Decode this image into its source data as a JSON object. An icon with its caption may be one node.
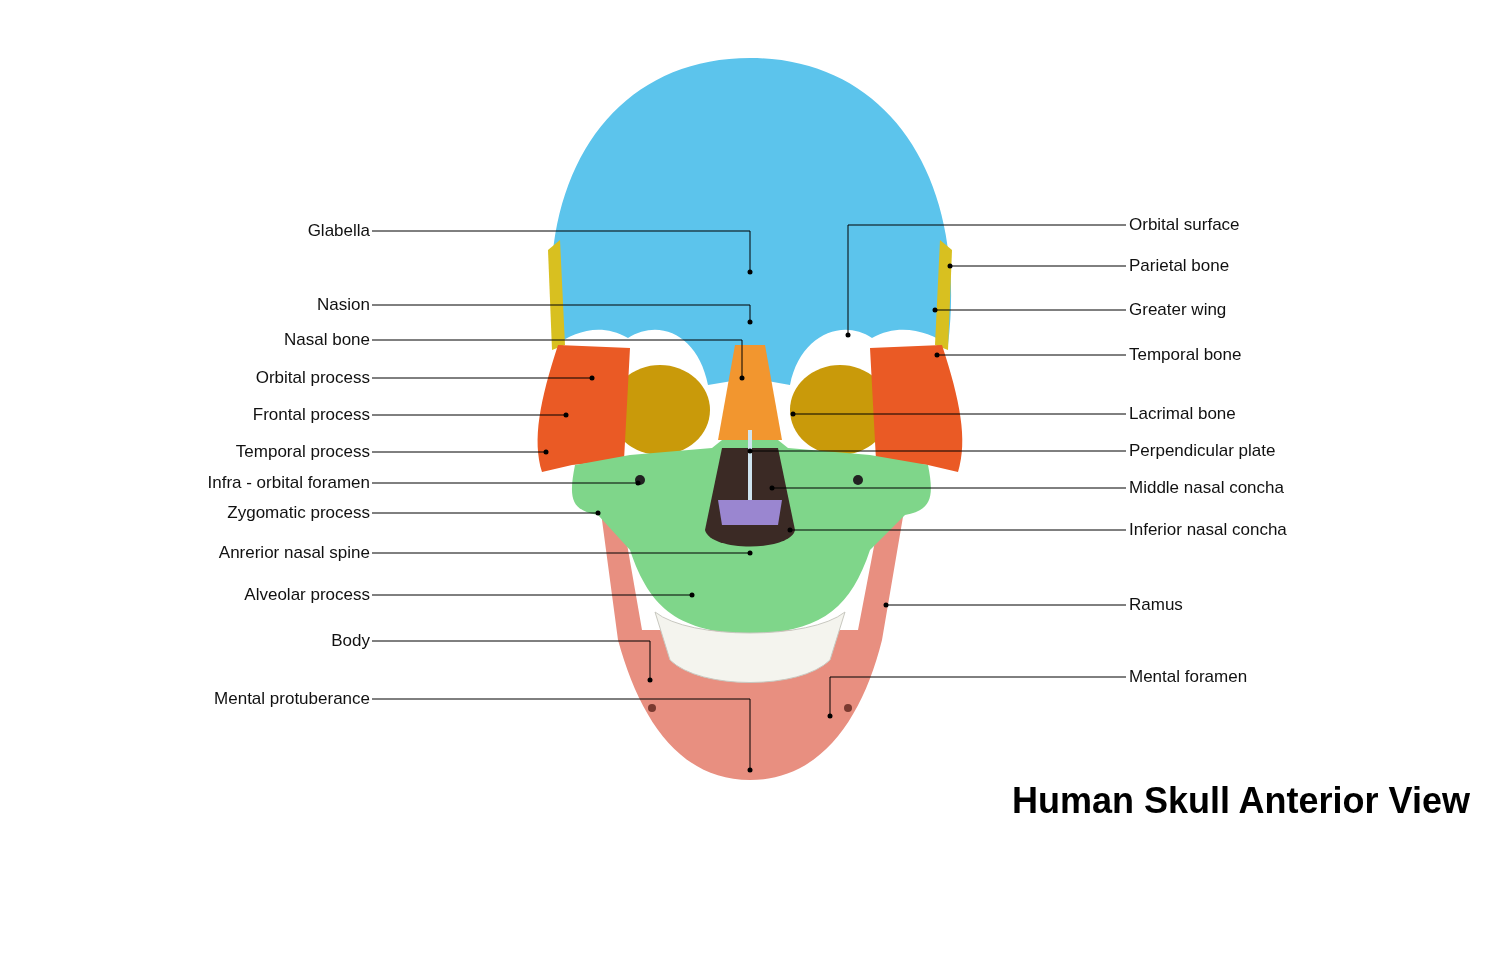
{
  "diagram": {
    "title": "Human Skull Anterior View",
    "nodes": [
      {
        "text": [
          "Glabella"
        ]
      },
      {
        "text": [
          "Nasion"
        ]
      },
      {
        "text": [
          "Nasal bone"
        ]
      },
      {
        "text": [
          "Orbital process"
        ]
      },
      {
        "text": [
          "Frontal process"
        ]
      },
      {
        "text": [
          "Temporal process"
        ]
      },
      {
        "text": [
          "Infra - orbital foramen"
        ]
      },
      {
        "text": [
          "Zygomatic process"
        ]
      },
      {
        "text": [
          "Anrerior nasal spine"
        ]
      },
      {
        "text": [
          "Alveolar process"
        ]
      },
      {
        "text": [
          "Body"
        ]
      },
      {
        "text": [
          "Mental protuberance"
        ]
      },
      {
        "text": [
          "Orbital surface"
        ]
      },
      {
        "text": [
          "Parietal bone"
        ]
      },
      {
        "text": [
          "Greater wing"
        ]
      },
      {
        "text": [
          "Temporal bone"
        ]
      },
      {
        "text": [
          "Lacrimal bone"
        ]
      },
      {
        "text": [
          "Perpendicular plate"
        ]
      },
      {
        "text": [
          "Middle nasal concha"
        ]
      },
      {
        "text": [
          "Inferior nasal concha"
        ]
      },
      {
        "text": [
          "Ramus"
        ]
      },
      {
        "text": [
          "Mental foramen"
        ]
      }
    ],
    "edges": [
      {
        "from": 0,
        "to": null,
        "arrow": "other"
      },
      {
        "from": 1,
        "to": null,
        "arrow": "other"
      },
      {
        "from": 2,
        "to": null,
        "arrow": "other"
      },
      {
        "from": 3,
        "to": null,
        "arrow": "other"
      },
      {
        "from": 4,
        "to": null,
        "arrow": "other"
      },
      {
        "from": 5,
        "to": null,
        "arrow": "other"
      },
      {
        "from": 6,
        "to": null,
        "arrow": "other"
      },
      {
        "from": 7,
        "to": null,
        "arrow": "other"
      },
      {
        "from": 8,
        "to": null,
        "arrow": "other"
      },
      {
        "from": 9,
        "to": null,
        "arrow": "other"
      },
      {
        "from": 10,
        "to": null,
        "arrow": "other"
      },
      {
        "from": 11,
        "to": null,
        "arrow": "other"
      },
      {
        "from": 12,
        "to": null,
        "arrow": "other"
      },
      {
        "from": 13,
        "to": null,
        "arrow": "other"
      },
      {
        "from": 14,
        "to": null,
        "arrow": "other"
      },
      {
        "from": 15,
        "to": null,
        "arrow": "other"
      },
      {
        "from": 16,
        "to": null,
        "arrow": "other"
      },
      {
        "from": 17,
        "to": null,
        "arrow": "other"
      },
      {
        "from": 18,
        "to": null,
        "arrow": "other"
      },
      {
        "from": 19,
        "to": null,
        "arrow": "other"
      },
      {
        "from": 20,
        "to": null,
        "arrow": "other"
      },
      {
        "from": 21,
        "to": null,
        "arrow": "other"
      }
    ]
  }
}
